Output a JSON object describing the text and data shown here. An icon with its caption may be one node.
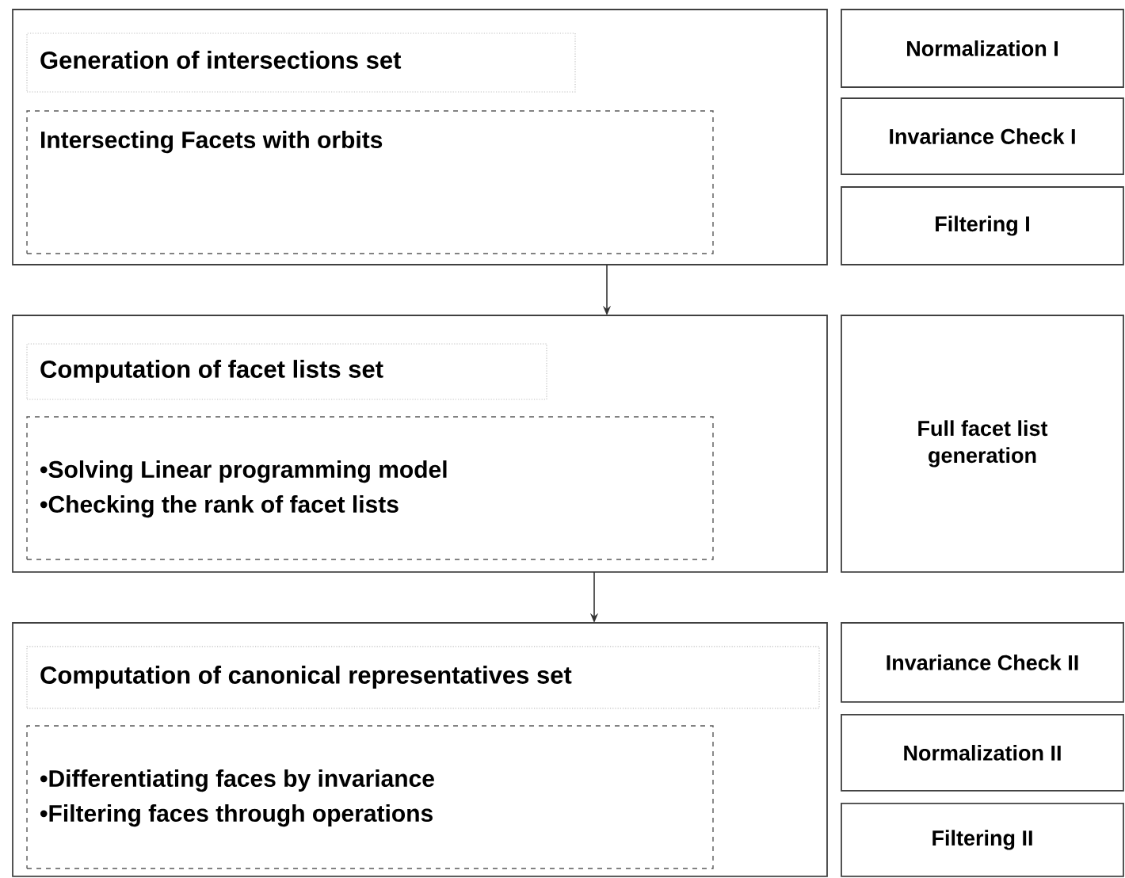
{
  "diagram": {
    "nodes": [
      {
        "text": [],
        "shape": "box"
      },
      {
        "text": [
          "Generation of intersections set"
        ],
        "in": 0
      },
      {
        "text": [
          "Intersecting Facets with orbits"
        ],
        "in": 0
      },
      {
        "text": [
          "Normalization I"
        ]
      },
      {
        "text": [
          "Invariance Check I"
        ]
      },
      {
        "text": [
          "Filtering I"
        ]
      },
      {
        "text": [],
        "shape": "box"
      },
      {
        "text": [
          "Computation of facet lists set"
        ],
        "in": 6
      },
      {
        "text": [
          "•Solving Linear programming model",
          "•Checking the rank of facet lists"
        ],
        "in": 6
      },
      {
        "text": [
          "Full facet list generation"
        ]
      },
      {
        "text": [],
        "shape": "box"
      },
      {
        "text": [
          "Computation of canonical representatives set"
        ],
        "in": 10
      },
      {
        "text": [
          "•Differentiating faces by invariance",
          "•Filtering faces through operations"
        ],
        "in": 10
      },
      {
        "text": [
          "Invariance Check II"
        ]
      },
      {
        "text": [
          "Normalization II"
        ]
      },
      {
        "text": [
          "Filtering II"
        ]
      }
    ],
    "edges": [
      {
        "from": 0,
        "to": 6,
        "arrow": "to"
      },
      {
        "from": 6,
        "to": 10,
        "arrow": "to"
      }
    ]
  }
}
